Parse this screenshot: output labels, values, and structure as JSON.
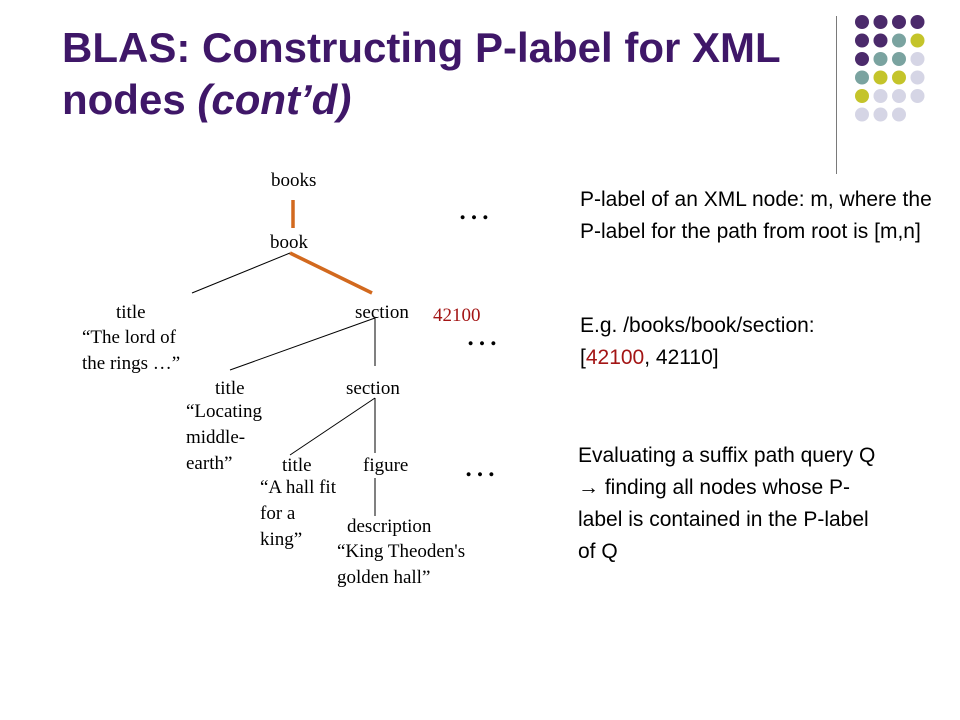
{
  "slide": {
    "title_main": "BLAS: Constructing P-label for XML nodes ",
    "title_italic": "(cont’d)"
  },
  "tree": {
    "books": "books",
    "book": "book",
    "title1": "title",
    "section1": "section",
    "section1_label": "42100",
    "title1_value": "“The lord of the rings …”",
    "title2": "title",
    "section2": "section",
    "title2_value": "“Locating middle-earth”",
    "title3": "title",
    "figure": "figure",
    "title3_value": "“A hall fit for a king”",
    "description": "description",
    "description_value": "“King Theoden's golden hall”",
    "ellipsis": "…"
  },
  "text": {
    "para1": "P-label of an XML node: m, where the P-label for the path from root is [m,n]",
    "para2_prefix": "E.g. /books/book/section: [",
    "para2_red": "42100",
    "para2_suffix": ", 42110]",
    "para3_before": "Evaluating a suffix path query Q ",
    "para3_arrow": "→",
    "para3_after": " finding all nodes whose P-label is contained in the P-label of Q"
  },
  "colors": {
    "title": "#3f1768",
    "edge_highlight": "#d2691e",
    "label_red": "#a31515",
    "dot_purple": "#4b2a6b",
    "dot_teal": "#7aa3a0",
    "dot_olive": "#c4c42a",
    "dot_lavender": "#d5d5e5"
  }
}
